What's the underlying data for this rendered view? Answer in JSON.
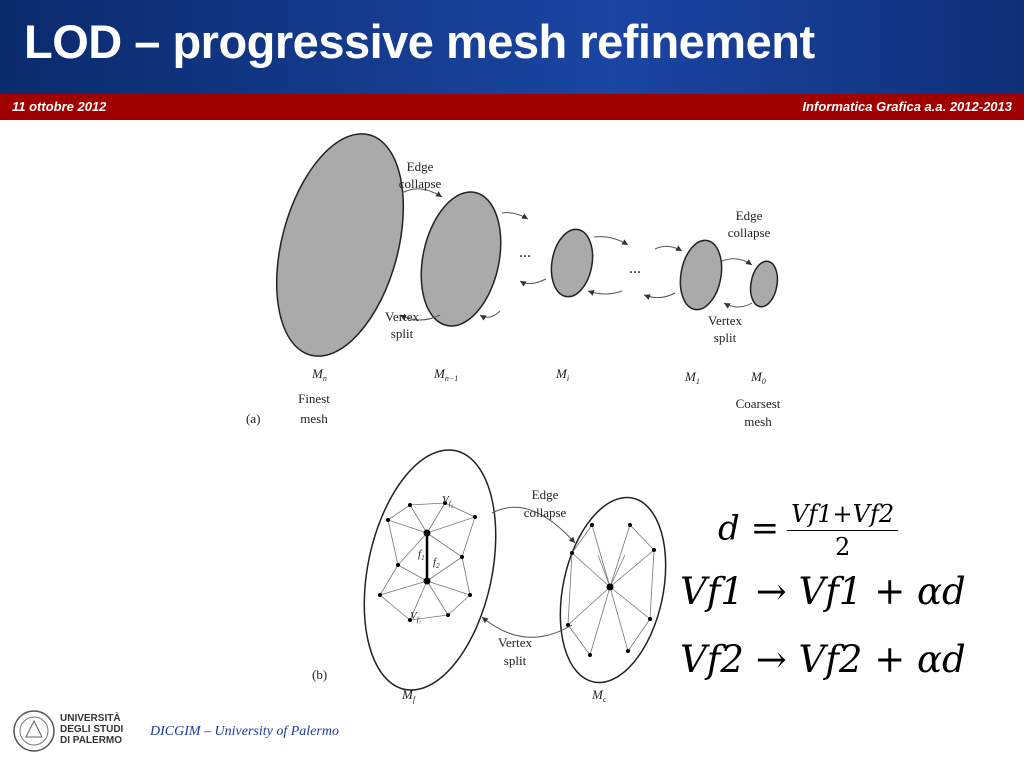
{
  "slide": {
    "title": "LOD – progressive mesh refinement",
    "date": "11 ottobre 2012",
    "course": "Informatica Grafica a.a. 2012-2013",
    "footer": "DICGIM – University of Palermo",
    "logo": {
      "line1": "UNIVERSITÀ",
      "line2": "DEGLI STUDI",
      "line3": "DI PALERMO"
    }
  },
  "figure_a": {
    "panel_label": "(a)",
    "edge_collapse_1": "Edge",
    "edge_collapse_2": "collapse",
    "vertex_split_1": "Vertex",
    "vertex_split_2": "split",
    "ellipsis": "...",
    "labels": {
      "mn": "M",
      "mn_sub": "n",
      "mn1": "M",
      "mn1_sub": "n−1",
      "mi": "M",
      "mi_sub": "i",
      "m1": "M",
      "m1_sub": "1",
      "m0": "M",
      "m0_sub": "0"
    },
    "finest_1": "Finest",
    "finest_2": "mesh",
    "coarsest_1": "Coarsest",
    "coarsest_2": "mesh"
  },
  "figure_b": {
    "panel_label": "(b)",
    "edge_collapse_1": "Edge",
    "edge_collapse_2": "collapse",
    "vertex_split_1": "Vertex",
    "vertex_split_2": "split",
    "vf2": "V",
    "vf2_sub": "f₂",
    "vf1": "V",
    "vf1_sub": "f₁",
    "f1": "f",
    "f1_sub": "1",
    "f2": "f",
    "f2_sub": "2",
    "mf": "M",
    "mf_sub": "f",
    "mc": "M",
    "mc_sub": "c"
  },
  "equations": {
    "eq1_lhs": "d =",
    "eq1_num": "Vf1+Vf2",
    "eq1_den": "2",
    "eq2": "Vf1 → Vf1 + αd",
    "eq3": "Vf2 → Vf2 + αd"
  }
}
